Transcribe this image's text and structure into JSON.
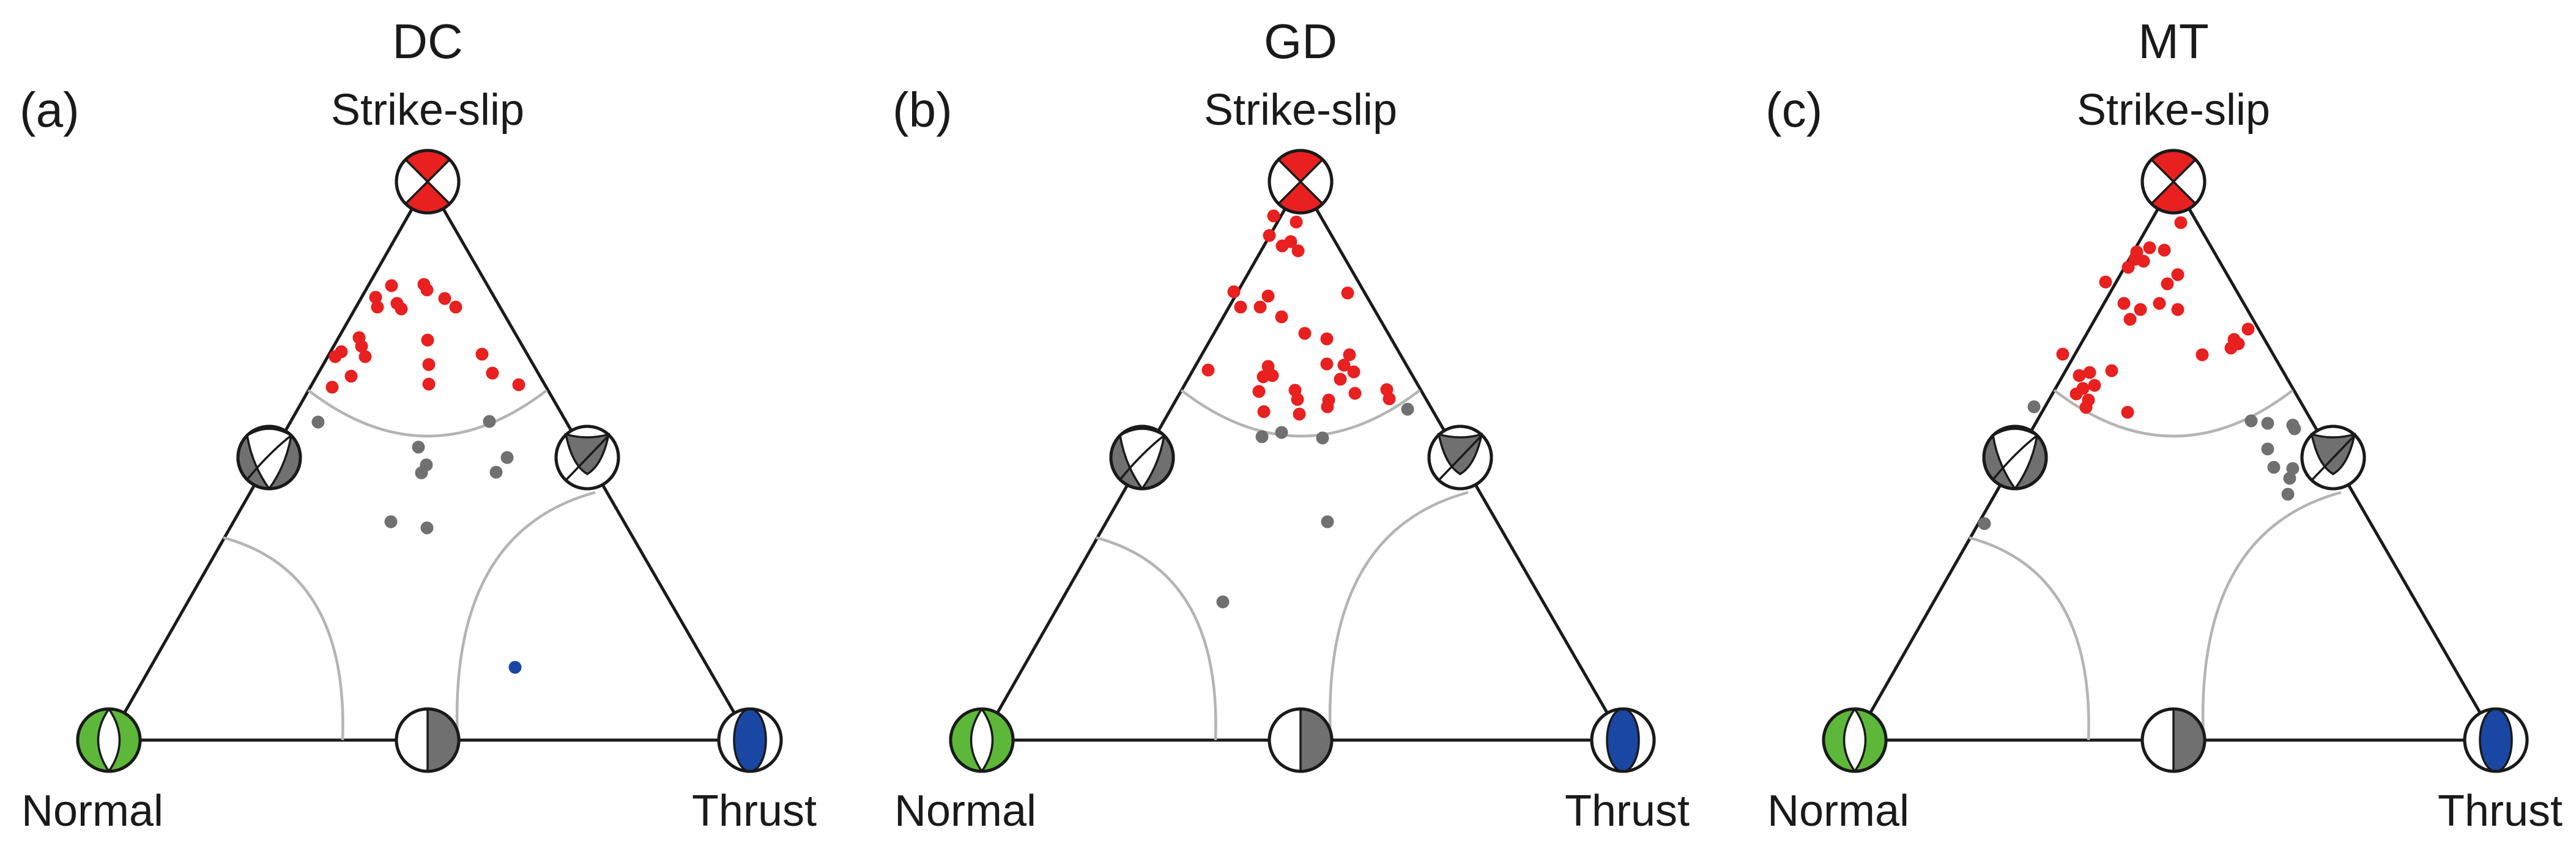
{
  "colors": {
    "strike_slip": "#e8201f",
    "oblique": "#707070",
    "normal": "#5db83a",
    "thrust": "#1a47a3",
    "boundary": "#b4b4b4",
    "frame": "#1a1a1a"
  },
  "panels": [
    {
      "title": "DC",
      "tag": "(a)",
      "corner_labels": {
        "top": "Strike-slip",
        "left": "Normal",
        "right": "Thrust"
      },
      "events": {
        "strike_slip": [
          [
            640,
            467
          ],
          [
            693,
            465
          ],
          [
            698,
            474
          ],
          [
            614,
            486
          ],
          [
            727,
            488
          ],
          [
            649,
            496
          ],
          [
            617,
            502
          ],
          [
            656,
            505
          ],
          [
            745,
            502
          ],
          [
            587,
            552
          ],
          [
            591,
            566
          ],
          [
            558,
            575
          ],
          [
            597,
            583
          ],
          [
            548,
            583
          ],
          [
            699,
            556
          ],
          [
            788,
            579
          ],
          [
            574,
            615
          ],
          [
            701,
            596
          ],
          [
            543,
            633
          ],
          [
            701,
            628
          ],
          [
            805,
            610
          ],
          [
            848,
            629
          ]
        ],
        "oblique": [
          [
            520,
            690
          ],
          [
            800,
            689
          ],
          [
            684,
            731
          ],
          [
            829,
            748
          ],
          [
            697,
            760
          ],
          [
            689,
            773
          ],
          [
            811,
            772
          ],
          [
            639,
            853
          ],
          [
            698,
            863
          ]
        ],
        "thrust": [
          [
            842,
            1091
          ]
        ],
        "normal": []
      }
    },
    {
      "title": "GD",
      "tag": "(b)",
      "corner_labels": {
        "top": "Strike-slip",
        "left": "Normal",
        "right": "Thrust"
      },
      "events": {
        "strike_slip": [
          [
            2082,
            353
          ],
          [
            2119,
            363
          ],
          [
            2075,
            385
          ],
          [
            2110,
            395
          ],
          [
            2096,
            402
          ],
          [
            2122,
            410
          ],
          [
            2017,
            477
          ],
          [
            2073,
            484
          ],
          [
            2028,
            502
          ],
          [
            2060,
            502
          ],
          [
            2203,
            479
          ],
          [
            2095,
            518
          ],
          [
            2133,
            545
          ],
          [
            2169,
            554
          ],
          [
            2206,
            580
          ],
          [
            2169,
            595
          ],
          [
            2197,
            597
          ],
          [
            2073,
            599
          ],
          [
            2213,
            608
          ],
          [
            1975,
            605
          ],
          [
            2080,
            614
          ],
          [
            2065,
            616
          ],
          [
            2191,
            620
          ],
          [
            2117,
            638
          ],
          [
            2058,
            640
          ],
          [
            2215,
            643
          ],
          [
            2121,
            653
          ],
          [
            2172,
            654
          ],
          [
            2170,
            665
          ],
          [
            2267,
            637
          ],
          [
            2271,
            652
          ],
          [
            2066,
            673
          ],
          [
            2124,
            677
          ]
        ],
        "oblique": [
          [
            2301,
            669
          ],
          [
            2095,
            707
          ],
          [
            2063,
            714
          ],
          [
            2162,
            716
          ],
          [
            2170,
            853
          ],
          [
            1999,
            984
          ]
        ],
        "thrust": [],
        "normal": []
      }
    },
    {
      "title": "MT",
      "tag": "(c)",
      "corner_labels": {
        "top": "Strike-slip",
        "left": "Normal",
        "right": "Thrust"
      },
      "events": {
        "strike_slip": [
          [
            3565,
            364
          ],
          [
            3514,
            405
          ],
          [
            3493,
            412
          ],
          [
            3538,
            409
          ],
          [
            3504,
            427
          ],
          [
            3490,
            424
          ],
          [
            3479,
            437
          ],
          [
            3560,
            449
          ],
          [
            3543,
            464
          ],
          [
            3442,
            461
          ],
          [
            3472,
            496
          ],
          [
            3560,
            506
          ],
          [
            3499,
            506
          ],
          [
            3530,
            496
          ],
          [
            3482,
            522
          ],
          [
            3675,
            538
          ],
          [
            3647,
            569
          ],
          [
            3600,
            580
          ],
          [
            3652,
            555
          ],
          [
            3659,
            562
          ],
          [
            3372,
            579
          ],
          [
            3399,
            614
          ],
          [
            3452,
            606
          ],
          [
            3416,
            609
          ],
          [
            3424,
            630
          ],
          [
            3405,
            635
          ],
          [
            3414,
            654
          ],
          [
            3394,
            644
          ],
          [
            3478,
            674
          ],
          [
            3410,
            666
          ]
        ],
        "oblique": [
          [
            3325,
            665
          ],
          [
            3680,
            688
          ],
          [
            3707,
            692
          ],
          [
            3748,
            695
          ],
          [
            3751,
            701
          ],
          [
            3707,
            734
          ],
          [
            3717,
            764
          ],
          [
            3748,
            766
          ],
          [
            3743,
            782
          ],
          [
            3740,
            808
          ],
          [
            3244,
            856
          ]
        ],
        "thrust": [],
        "normal": []
      }
    }
  ]
}
